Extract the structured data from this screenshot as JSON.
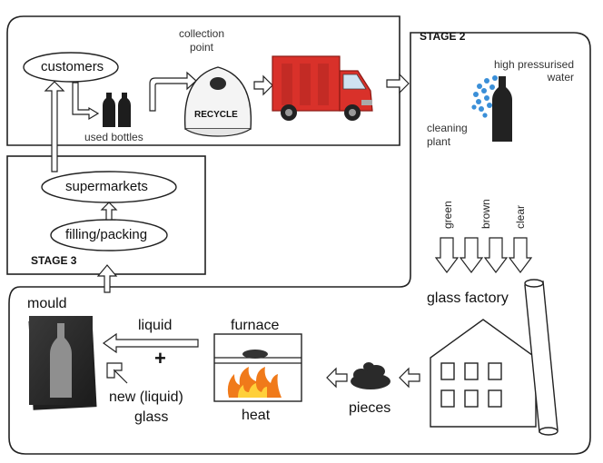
{
  "stage2_label": "STAGE 2",
  "stage3_label": "STAGE 3",
  "nodes": {
    "customers": "customers",
    "used_bottles": "used bottles",
    "collection_point": "collection point",
    "recycle": "RECYCLE",
    "cleaning_plant": "cleaning plant",
    "high_pressurised_water": "high pressurised water",
    "supermarkets": "supermarkets",
    "filling_packing": "filling/packing",
    "green": "green",
    "brown": "brown",
    "clear": "clear",
    "glass_factory": "glass factory",
    "mould": "mould",
    "liquid": "liquid",
    "plus": "+",
    "new_liquid_glass_line1": "new (liquid)",
    "new_liquid_glass_line2": "glass",
    "furnace": "furnace",
    "heat": "heat",
    "pieces": "pieces"
  },
  "colors": {
    "line": "#222222",
    "truck": "#d9312a",
    "flame": "#f07a1a",
    "water": "#3a8fd8"
  }
}
